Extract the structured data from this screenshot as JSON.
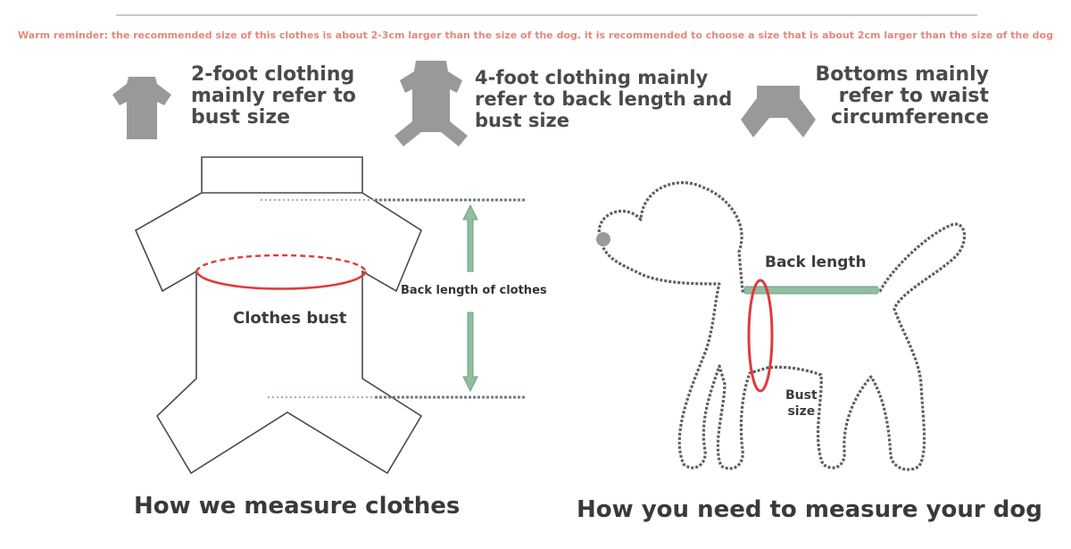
{
  "reminder": "Warm reminder: the recommended size of this clothes is about 2-3cm larger than the size of the dog. it is recommended to choose a size that is about 2cm larger than the size of the dog",
  "types": {
    "two_foot": "2-foot clothing\nmainly refer to\nbust size",
    "four_foot": "4-foot clothing mainly\nrefer to back length and\nbust size",
    "bottoms": "Bottoms mainly\nrefer to waist\ncircumference"
  },
  "clothes_diagram": {
    "bust_label": "Clothes bust",
    "back_length_label": "Back length of clothes",
    "caption": "How we measure clothes"
  },
  "dog_diagram": {
    "back_length_label": "Back length",
    "bust_label": "Bust\nsize",
    "caption": "How you need to measure your dog"
  },
  "colors": {
    "icon_gray": "#999999",
    "outline": "#4a4a4a",
    "measure_red": "#e03a3a",
    "measure_green": "#8fbf9f",
    "reminder": "#e1897a"
  }
}
